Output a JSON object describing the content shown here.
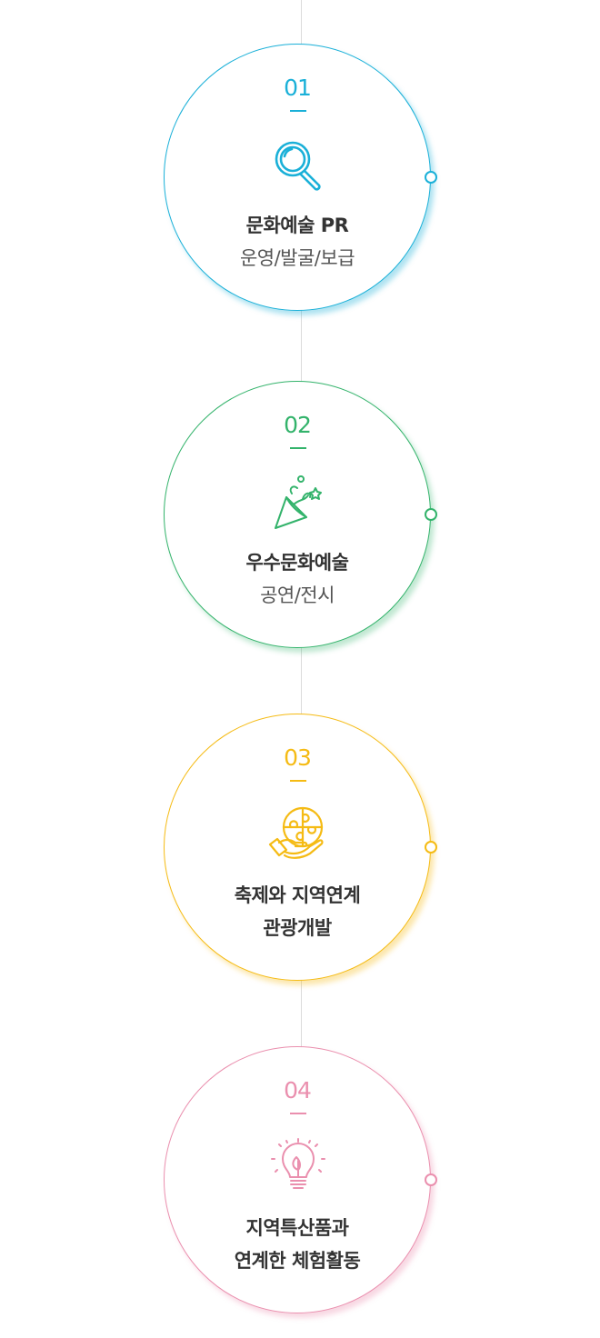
{
  "steps": [
    {
      "number": "01",
      "icon": "magnifier-icon",
      "line1": "문화예술 PR",
      "line2": "운영/발굴/보급",
      "color": "#1ab0d8",
      "glow": "rgba(26,176,216,0.35)"
    },
    {
      "number": "02",
      "icon": "party-popper-icon",
      "line1": "우수문화예술",
      "line2": "공연/전시",
      "color": "#33b36b",
      "glow": "rgba(51,179,107,0.3)"
    },
    {
      "number": "03",
      "icon": "hand-puzzle-icon",
      "line1": "축제와 지역연계",
      "line2": "관광개발",
      "color": "#f5bb14",
      "glow": "rgba(245,187,20,0.35)"
    },
    {
      "number": "04",
      "icon": "lightbulb-icon",
      "line1": "지역특산품과",
      "line2": "연계한 체험활동",
      "color": "#ea8fae",
      "glow": "rgba(234,143,174,0.35)"
    }
  ]
}
